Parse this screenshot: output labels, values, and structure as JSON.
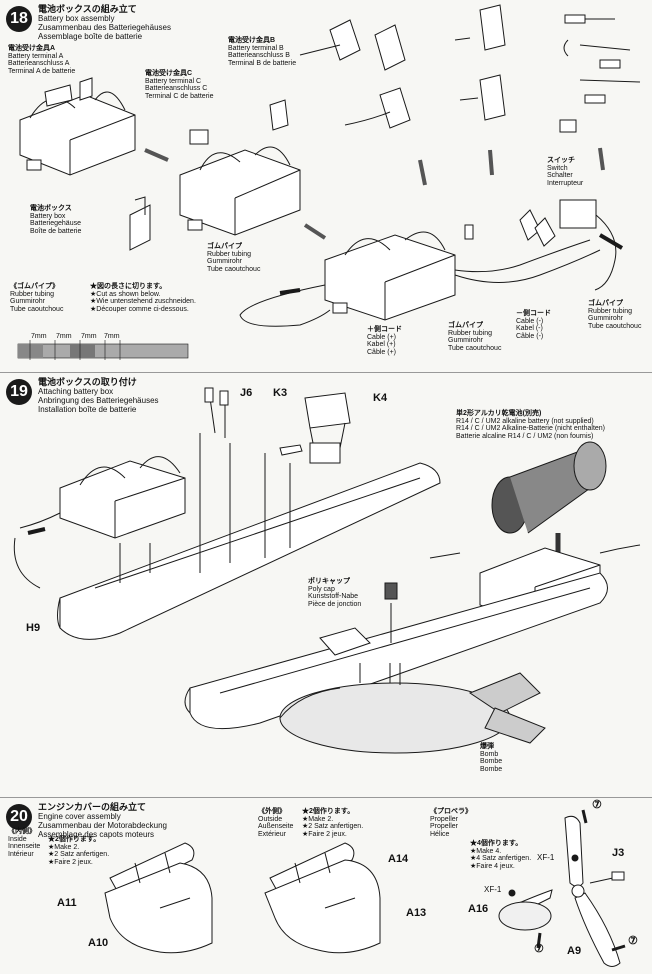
{
  "step18": {
    "number": "18",
    "title_jp": "電池ボックスの組み立て",
    "title_en": "Battery box assembly",
    "title_de": "Zusammenbau des Batteriegehäuses",
    "title_fr": "Assemblage boîte de batterie",
    "terminal_a": [
      "電池受け金具A",
      "Battery terminal A",
      "Batterieanschluss A",
      "Terminal A de batterie"
    ],
    "terminal_b": [
      "電池受け金具B",
      "Battery terminal B",
      "Batterieanschluss B",
      "Terminal B de batterie"
    ],
    "terminal_c": [
      "電池受け金具C",
      "Battery terminal C",
      "Batterieanschluss C",
      "Terminal C de batterie"
    ],
    "battery_box": [
      "電池ボックス",
      "Battery box",
      "Batteriegehäuse",
      "Boîte de batterie"
    ],
    "rubber_tube_top": [
      "ゴムパイプ",
      "Rubber tubing",
      "Gummirohr",
      "Tube caoutchouc"
    ],
    "switch": [
      "スイッチ",
      "Switch",
      "Schalter",
      "Interrupteur"
    ],
    "rubber_tube_note_title": [
      "《ゴムパイプ》",
      "Rubber tubing",
      "Gummirohr",
      "Tube caoutchouc"
    ],
    "rubber_tube_note": [
      "★図の長さに切ります。",
      "★Cut as shown below.",
      "★Wie untenstehend zuschneiden.",
      "★Découper comme ci-dessous."
    ],
    "cut_lengths": [
      "7mm",
      "7mm",
      "7mm",
      "7mm"
    ],
    "plus_cord": [
      "＋側コード",
      "Cable (+)",
      "Kabel (+)",
      "Câble (+)"
    ],
    "rubber_tube_mid": [
      "ゴムパイプ",
      "Rubber tubing",
      "Gummirohr",
      "Tube caoutchouc"
    ],
    "minus_cord": [
      "－側コード",
      "Cable (-)",
      "Kabel (-)",
      "Câble (-)"
    ],
    "rubber_tube_right": [
      "ゴムパイプ",
      "Rubber tubing",
      "Gummirohr",
      "Tube caoutchouc"
    ]
  },
  "step19": {
    "number": "19",
    "title_jp": "電池ボックスの取り付け",
    "title_en": "Attaching battery box",
    "title_de": "Anbringung des Batteriegehäuses",
    "title_fr": "Installation boîte de batterie",
    "parts": {
      "j6": "J6",
      "k3": "K3",
      "k4": "K4",
      "h9": "H9"
    },
    "battery_note": [
      "単2形アルカリ乾電池(別売)",
      "R14 / C / UM2 alkaline battery (not supplied)",
      "R14 / C / UM2 Alkaline-Batterie (nicht enthalten)",
      "Batterie alcaline R14 / C / UM2 (non fournis)"
    ],
    "poly_cap": [
      "ポリキャップ",
      "Poly cap",
      "Kunststoff-Nabe",
      "Pièce de jonction"
    ],
    "bomb": [
      "爆弾",
      "Bomb",
      "Bombe",
      "Bombe"
    ]
  },
  "step20": {
    "number": "20",
    "title_jp": "エンジンカバーの組み立て",
    "title_en": "Engine cover assembly",
    "title_de": "Zusammenbau der Motorabdeckung",
    "title_fr": "Assemblage des capots moteurs",
    "inside_title": [
      "《内側》",
      "Inside",
      "Innenseite",
      "Intérieur"
    ],
    "inside_notes": [
      "★2個作ります。",
      "★Make 2.",
      "★2 Satz anfertigen.",
      "★Faire 2 jeux."
    ],
    "outside_title": [
      "《外側》",
      "Outside",
      "Außenseite",
      "Extérieur"
    ],
    "outside_notes": [
      "★2個作ります。",
      "★Make 2.",
      "★2 Satz anfertigen.",
      "★Faire 2 jeux."
    ],
    "propeller_title": [
      "《プロペラ》",
      "Propeller",
      "Propeller",
      "Hélice"
    ],
    "propeller_notes": [
      "★4個作ります。",
      "★Make 4.",
      "★4 Satz anfertigen.",
      "★Faire 4 jeux."
    ],
    "parts": {
      "a11": "A11",
      "a10": "A10",
      "a14": "A14",
      "a13": "A13",
      "xf1a": "XF-1",
      "xf1b": "XF-1",
      "j3": "J3",
      "a16": "A16",
      "a9": "A9",
      "c7a": "⑦",
      "c7b": "⑦",
      "c7c": "⑦"
    }
  },
  "colors": {
    "ink": "#1a1a1a",
    "paper": "#f7f7f4",
    "tube": "#888888"
  }
}
